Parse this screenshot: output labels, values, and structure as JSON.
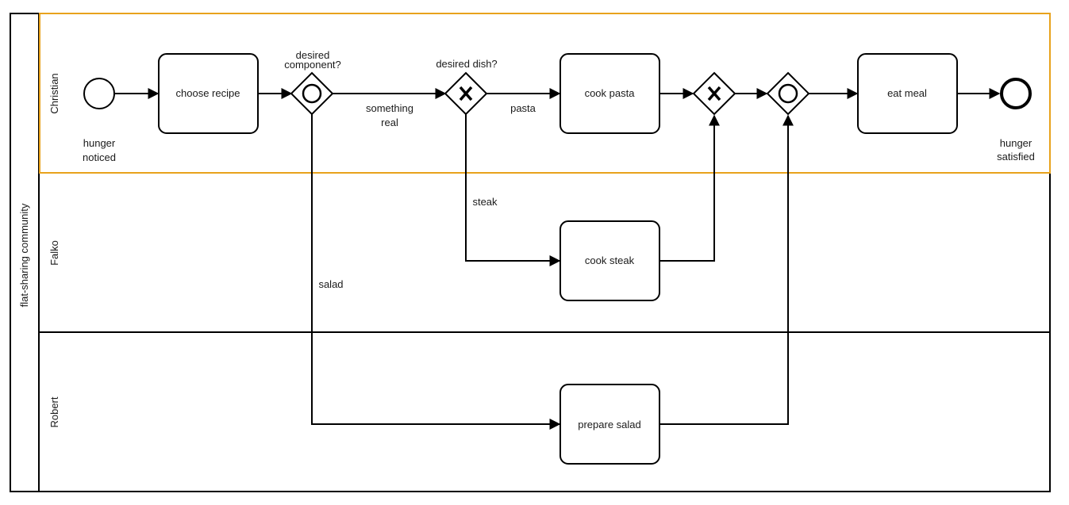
{
  "pool": {
    "label": "flat-sharing community",
    "lanes": [
      {
        "id": "christian",
        "label": "Christian",
        "highlighted": true
      },
      {
        "id": "falko",
        "label": "Falko",
        "highlighted": false
      },
      {
        "id": "robert",
        "label": "Robert",
        "highlighted": false
      }
    ]
  },
  "colors": {
    "highlight": "#E8A21C",
    "stroke": "#000000"
  },
  "events": {
    "start": {
      "lines": [
        "hunger",
        "noticed"
      ]
    },
    "end": {
      "lines": [
        "hunger",
        "satisfied"
      ]
    }
  },
  "tasks": {
    "choose_recipe": "choose recipe",
    "cook_pasta": "cook pasta",
    "cook_steak": "cook steak",
    "prepare_salad": "prepare salad",
    "eat_meal": "eat meal"
  },
  "gateways": {
    "component": {
      "type": "inclusive",
      "label_lines": [
        "desired",
        "component?"
      ]
    },
    "dish": {
      "type": "exclusive",
      "label": "desired dish?"
    },
    "merge_dish": {
      "type": "exclusive"
    },
    "merge_component": {
      "type": "inclusive"
    }
  },
  "flow_labels": {
    "something_real": [
      "something",
      "real"
    ],
    "pasta": "pasta",
    "steak": "steak",
    "salad": "salad"
  }
}
